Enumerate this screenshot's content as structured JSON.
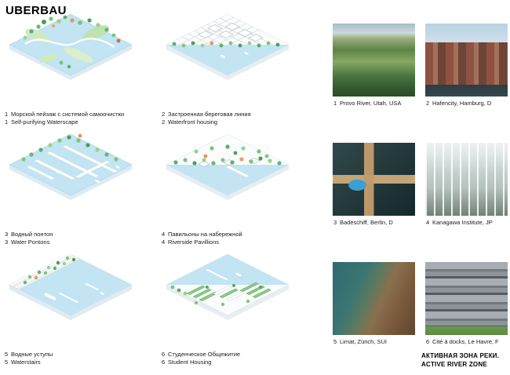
{
  "logo": "UBERBAU",
  "diagrams": [
    {
      "num": "1",
      "ru": "Морской пейзаж с системой самоочистки",
      "en": "Self-purifying Waterscape"
    },
    {
      "num": "2",
      "ru": "Застроенная береговая линия",
      "en": "Waterfront housing"
    },
    {
      "num": "3",
      "ru": "Водный понтон",
      "en": "Water Pontons"
    },
    {
      "num": "4",
      "ru": "Павильоны на набережной",
      "en": "Riverside Pavillions"
    },
    {
      "num": "5",
      "ru": "Водные уступы",
      "en": "Waterstairs"
    },
    {
      "num": "6",
      "ru": "Студенческое Общежитие",
      "en": "Student Housing"
    }
  ],
  "photos": [
    {
      "num": "1",
      "label": "Provo River, Utah, USA"
    },
    {
      "num": "2",
      "label": "Hafencity, Hamburg, D"
    },
    {
      "num": "3",
      "label": "Badeschiff, Berlin, D"
    },
    {
      "num": "4",
      "label": "Kanagawa Institute, JP"
    },
    {
      "num": "5",
      "label": "Limat, Zürich, SUI"
    },
    {
      "num": "6",
      "label": "Cité à docks, Le Havre, F"
    }
  ],
  "footer": {
    "ru": "АКТИВНАЯ ЗОНА РЕКИ.",
    "en": "ACTIVE RIVER ZONE"
  },
  "colors": {
    "water": "#c2e4f3",
    "tree_green": "#5fae63",
    "accent_orange": "#e39a55"
  }
}
